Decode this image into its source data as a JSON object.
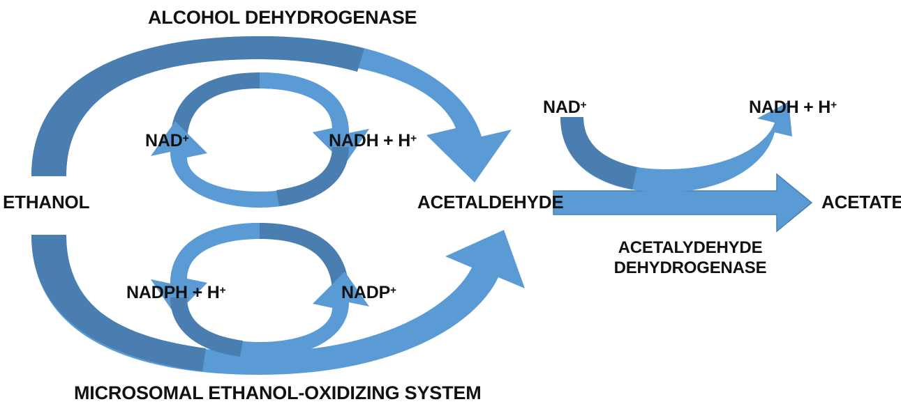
{
  "diagram": {
    "title": "Ethanol Metabolism Pathway",
    "background_color": "#FFFFFF",
    "colors": {
      "arrow_dark_blue": "#4A7EB0",
      "arrow_light_blue": "#5B9BD5",
      "text_black": "#111111"
    }
  },
  "labels": {
    "alcohol_dehydrogenase": "ALCOHOL DEHYDROGENASE",
    "microsomal_system": "MICROSOMAL ETHANOL-OXIDIZING SYSTEM",
    "ethanol": "ETHANOL",
    "acetaldehyde": "ACETALDEHYDE",
    "acetate": "ACETATE",
    "acetaldehyde_dehydrogenase_line1": "ACETALYDEHYDE",
    "acetaldehyde_dehydrogenase_line2": "DEHYDROGENASE",
    "nad_plus_text": "NAD",
    "nad_plus_sup": "+",
    "nadh_h_text": "NADH + H",
    "nadh_h_sup": "+",
    "nadph_h_text": "NADPH + H",
    "nadph_h_sup": "+",
    "nadp_plus_text": "NADP",
    "nadp_plus_sup": "+",
    "nad_plus_right_text": "NAD",
    "nad_plus_right_sup": "+",
    "nadh_h_right_text": "NADH + H",
    "nadh_h_right_sup": "+"
  },
  "chart_data": {
    "type": "diagram",
    "subtype": "metabolic-pathway",
    "title": "Ethanol Metabolism Pathway",
    "nodes": [
      {
        "id": "ethanol",
        "label": "ETHANOL",
        "role": "substrate"
      },
      {
        "id": "acetaldehyde",
        "label": "ACETALDEHYDE",
        "role": "intermediate"
      },
      {
        "id": "acetate",
        "label": "ACETATE",
        "role": "product"
      },
      {
        "id": "nad",
        "label": "NAD+",
        "role": "cofactor"
      },
      {
        "id": "nadh",
        "label": "NADH + H+",
        "role": "cofactor"
      },
      {
        "id": "nadph",
        "label": "NADPH + H+",
        "role": "cofactor"
      },
      {
        "id": "nadp",
        "label": "NADP+",
        "role": "cofactor"
      },
      {
        "id": "nad_right",
        "label": "NAD+",
        "role": "cofactor"
      },
      {
        "id": "nadh_right",
        "label": "NADH + H+",
        "role": "cofactor"
      }
    ],
    "reactions": [
      {
        "enzyme": "ALCOHOL DEHYDROGENASE",
        "from": "ethanol",
        "to": "acetaldehyde",
        "cofactor_in": "NAD+",
        "cofactor_out": "NADH + H+"
      },
      {
        "enzyme": "MICROSOMAL ETHANOL-OXIDIZING SYSTEM",
        "from": "ethanol",
        "to": "acetaldehyde",
        "cofactor_in": "NADPH + H+",
        "cofactor_out": "NADP+"
      },
      {
        "enzyme": "ACETALYDEHYDE DEHYDROGENASE",
        "from": "acetaldehyde",
        "to": "acetate",
        "cofactor_in": "NAD+",
        "cofactor_out": "NADH + H+"
      }
    ]
  }
}
